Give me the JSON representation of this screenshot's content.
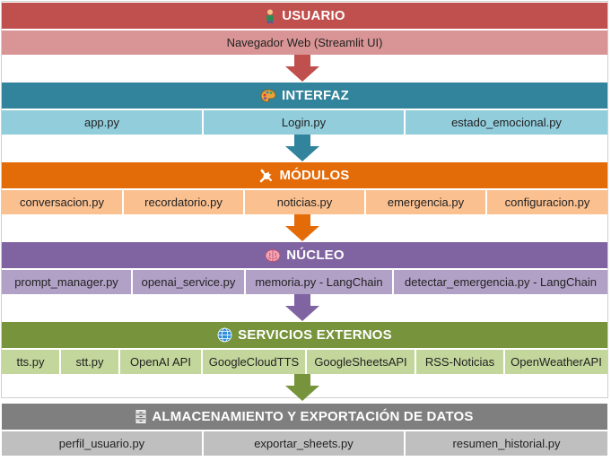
{
  "layers": [
    {
      "title": "USUARIO",
      "icon": "person-icon",
      "header_color": "#c0504d",
      "cell_color": "#d99595",
      "cells": [
        "Navegador Web (Streamlit UI)"
      ]
    },
    {
      "title": "INTERFAZ",
      "icon": "palette-icon",
      "header_color": "#31849b",
      "cell_color": "#92cddc",
      "cells": [
        "app.py",
        "Login.py",
        "estado_emocional.py"
      ]
    },
    {
      "title": "MÓDULOS",
      "icon": "tools-icon",
      "header_color": "#e36c09",
      "cell_color": "#fac090",
      "cells": [
        "conversacion.py",
        "recordatorio.py",
        "noticias.py",
        "emergencia.py",
        "configuracion.py"
      ]
    },
    {
      "title": "NÚCLEO",
      "icon": "brain-icon",
      "header_color": "#8064a2",
      "cell_color": "#b2a1c7",
      "cells": [
        "prompt_manager.py",
        "openai_service.py",
        "memoria.py - LangChain",
        "detectar_emergencia.py - LangChain"
      ]
    },
    {
      "title": "SERVICIOS EXTERNOS",
      "icon": "globe-icon",
      "header_color": "#77933c",
      "cell_color": "#c3d69b",
      "cells": [
        "tts.py",
        "stt.py",
        "OpenAI API",
        "GoogleCloudTTS",
        "GoogleSheetsAPI",
        "RSS-Noticias",
        "OpenWeatherAPI"
      ]
    },
    {
      "title": "ALMACENAMIENTO Y EXPORTACIÓN DE DATOS",
      "icon": "file-cabinet-icon",
      "header_color": "#7f7f7f",
      "cell_color": "#bfbfbf",
      "cells": [
        "perfil_usuario.py",
        "exportar_sheets.py",
        "resumen_historial.py"
      ]
    }
  ]
}
